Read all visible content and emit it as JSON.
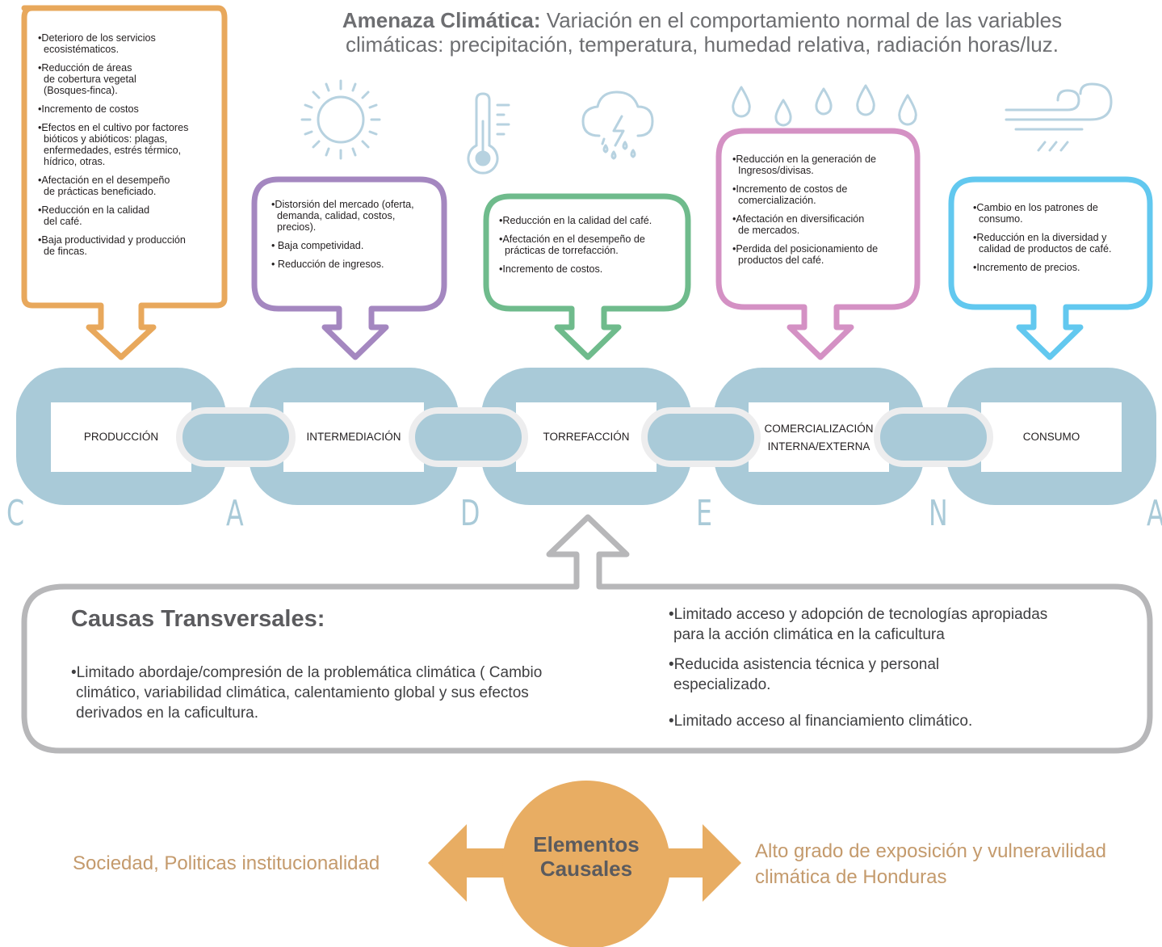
{
  "header": {
    "title_bold": "Amenaza Climática:",
    "title_rest": " Variación en el comportamiento normal de las variables",
    "line2": "climáticas: precipitación, temperatura, humedad relativa, radiación horas/luz."
  },
  "icons": [
    "sun-icon",
    "thermometer-icon",
    "storm-cloud-icon",
    "raindrops-icon",
    "wind-icon"
  ],
  "colors": {
    "produccion": "#e8a85c",
    "intermediacion": "#a487c0",
    "torrefaccion": "#6fbb8c",
    "comercializacion": "#d491c4",
    "consumo": "#62c8ef",
    "chain": "#a9cad8",
    "transversal": "#b7b7b9",
    "causal": "#e8ad63"
  },
  "boxes": {
    "produccion": [
      "•Deterioro de los servicios|ecosistématicos.",
      "•Reducción de áreas|de cobertura vegetal|(Bosques-finca).",
      "•Incremento de costos",
      "•Efectos en el cultivo por factores|bióticos y abióticos: plagas,|enfermedades, estrés térmico,|hídrico, otras.",
      "•Afectación en el desempeño|de prácticas beneficiado.",
      "•Reducción en la calidad|del café.",
      "•Baja productividad y producción|de fincas."
    ],
    "intermediacion": [
      "•Distorsión del mercado (oferta,|demanda, calidad, costos,|precios).",
      "• Baja competividad.",
      "• Reducción de ingresos."
    ],
    "torrefaccion": [
      "•Reducción en la calidad del café.",
      "•Afectación en el desempeño de|prácticas de torrefacción.",
      "•Incremento de costos."
    ],
    "comercializacion": [
      "•Reducción en la generación de|Ingresos/divisas.",
      "•Incremento de costos de|comercialización.",
      "•Afectación en diversificación|de mercados.",
      "•Perdida del posicionamiento de|productos del café."
    ],
    "consumo": [
      "•Cambio en los patrones de|consumo.",
      "•Reducción en la diversidad y|calidad de productos de café.",
      "•Incremento de precios."
    ]
  },
  "chain": {
    "links": [
      "PRODUCCIÓN",
      "INTERMEDIACIÓN",
      "TORREFACCIÓN",
      "COMERCIALIZACIÓN",
      "CONSUMO"
    ],
    "link4_line2": "INTERNA/EXTERNA",
    "letters": [
      "C",
      "A",
      "D",
      "E",
      "N",
      "A"
    ]
  },
  "transversal": {
    "title": "Causas Transversales:",
    "left_item": "•Limitado abordaje/compresión de la problemática climática ( Cambio|climático, variabilidad climática, calentamiento global y sus efectos|derivados en la caficultura.",
    "right_items": [
      "•Limitado acceso y adopción de tecnologías apropiadas|para la acción climática en la caficultura",
      "•Reducida asistencia técnica y personal|especializado.",
      "•Limitado acceso al financiamiento climático."
    ]
  },
  "causal": {
    "center": "Elementos Causales",
    "left": "Sociedad, Politicas institucionalidad",
    "right_line1": "Alto grado de exposición y vulneravilidad",
    "right_line2": "climática de Honduras"
  }
}
